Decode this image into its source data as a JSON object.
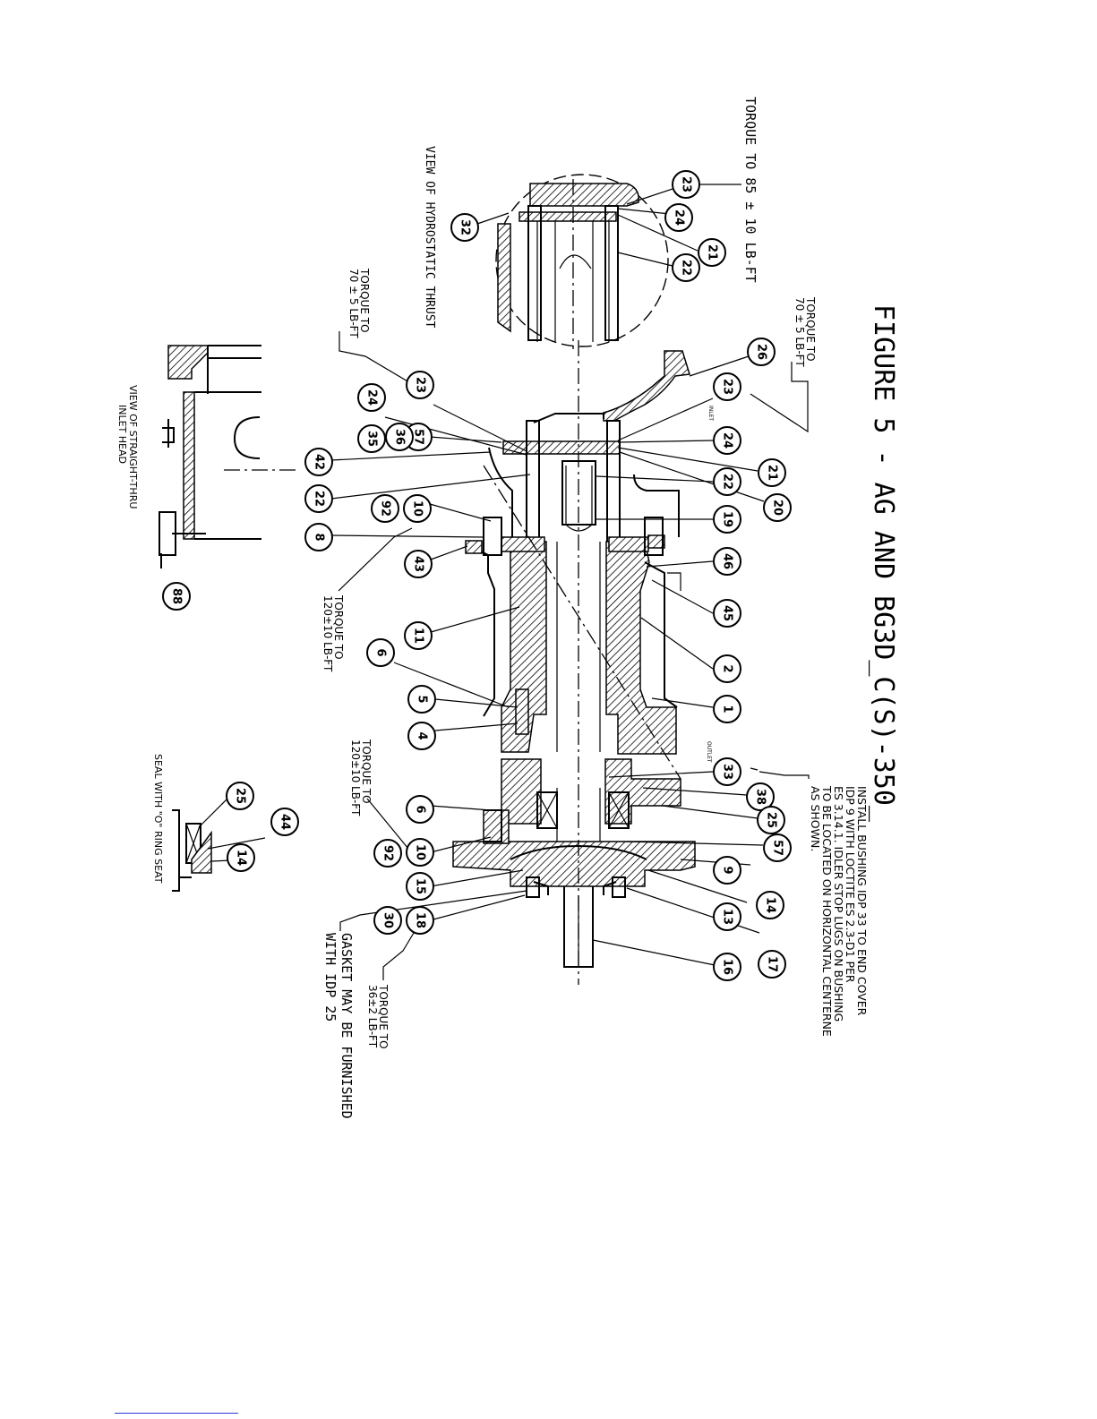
{
  "figure": {
    "title": "FIGURE 5 - AG AND BG3D_C(S)-350_",
    "torque_main": "TORQUE TO 85 ± 10 LB-FT",
    "view_thrust": "VIEW OF HYDROSTATIC THRUST",
    "view_inlet": [
      "VIEW OF STRAIGHT-THRU",
      "INLET HEAD"
    ],
    "seal_note": "SEAL WITH \"O\" RING SEAT",
    "gasket_note": [
      "GASKET MAY BE FURNISHED",
      "WITH IDP 25"
    ],
    "install_note": [
      "INSTALL BUSHING IDP 33 TO END COVER",
      "IDP 9 WITH LOCTITE ES 2.3-D1 PER",
      "ES 3.14.1.  IDLER STOP LUGS ON BUSHING",
      "TO BE LOCATED ON HORIZONTAL CENTERNE",
      "AS SHOWN."
    ],
    "torque_70_top": [
      "TORQUE TO",
      "70 ± 5 LB-FT"
    ],
    "torque_70_left": [
      "TORQUE TO",
      "70 ± 5 LB-FT"
    ],
    "torque_120_a": [
      "TORQUE TO",
      "120±10 LB-FT"
    ],
    "torque_120_b": [
      "TORQUE TO",
      "120±10 LB-FT"
    ],
    "torque_36": [
      "TORQUE TO",
      "36±2 LB-FT"
    ],
    "inlet_tag": "INLET",
    "outlet_tag": "OUTLET"
  },
  "balloons": {
    "b23a": "23",
    "b24a": "24",
    "b21a": "21",
    "b22a": "22",
    "b32": "32",
    "b26": "26",
    "b23b": "23",
    "b24b": "24",
    "b21b": "21",
    "b22b": "22",
    "b20": "20",
    "b19": "19",
    "b46": "46",
    "b45": "45",
    "b2": "2",
    "b1": "1",
    "b33": "33",
    "b38": "38",
    "b25a": "25",
    "b57a": "57",
    "b9": "9",
    "b14a": "14",
    "b13": "13",
    "b17": "17",
    "b16": "16",
    "b23c": "23",
    "b24c": "24",
    "b57b": "57",
    "b36": "36",
    "b35": "35",
    "b42": "42",
    "b22c": "22",
    "b92a": "92",
    "b10a": "10",
    "b8": "8",
    "b43": "43",
    "b11": "11",
    "b6a": "6",
    "b5": "5",
    "b4": "4",
    "b6b": "6",
    "b10b": "10",
    "b92b": "92",
    "b15": "15",
    "b18": "18",
    "b30": "30",
    "b88": "88",
    "b25b": "25",
    "b44": "44",
    "b14b": "14"
  }
}
